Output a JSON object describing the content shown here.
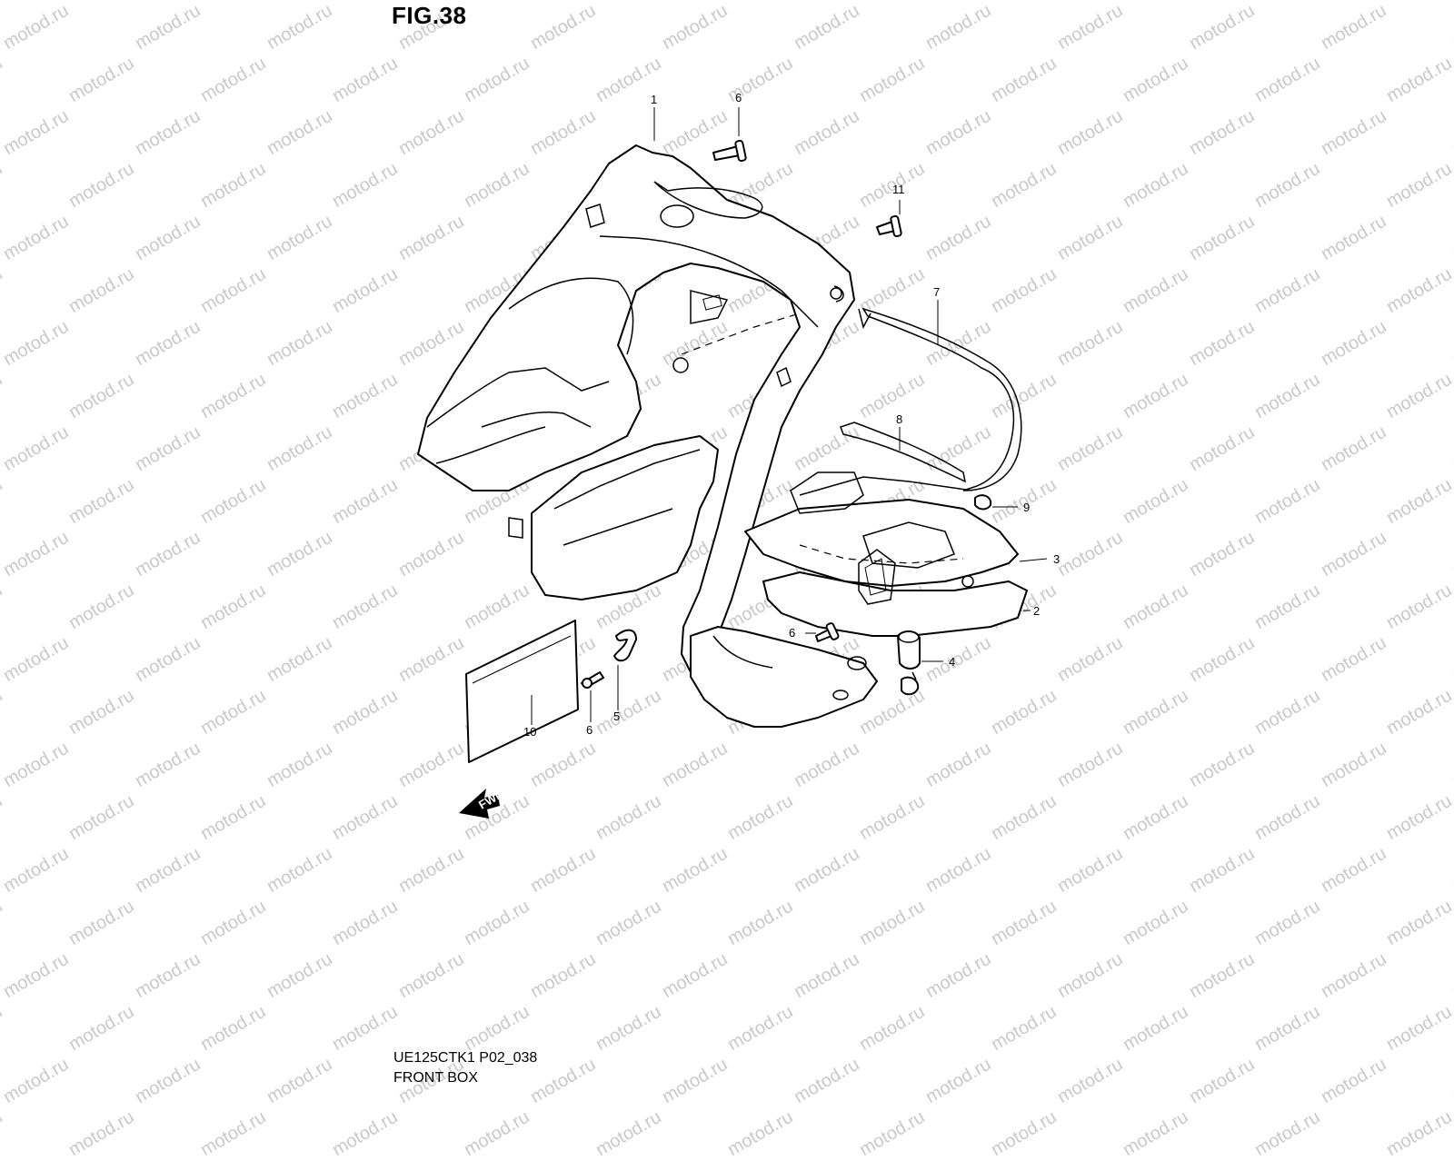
{
  "figure": {
    "title": "FIG.38"
  },
  "footer": {
    "model_code": "UE125CTK1 P02_038",
    "section_name": "FRONT BOX"
  },
  "watermark": {
    "text": "motod.ru"
  },
  "fwd_arrow": {
    "label": "FWD"
  },
  "callouts": [
    {
      "id": "c1",
      "label": "1"
    },
    {
      "id": "c6a",
      "label": "6"
    },
    {
      "id": "c11",
      "label": "11"
    },
    {
      "id": "c7",
      "label": "7"
    },
    {
      "id": "c8",
      "label": "8"
    },
    {
      "id": "c9",
      "label": "9"
    },
    {
      "id": "c3",
      "label": "3"
    },
    {
      "id": "c2",
      "label": "2"
    },
    {
      "id": "c6b",
      "label": "6"
    },
    {
      "id": "c4",
      "label": "4"
    },
    {
      "id": "c10",
      "label": "10"
    },
    {
      "id": "c6c",
      "label": "6"
    },
    {
      "id": "c5",
      "label": "5"
    }
  ]
}
